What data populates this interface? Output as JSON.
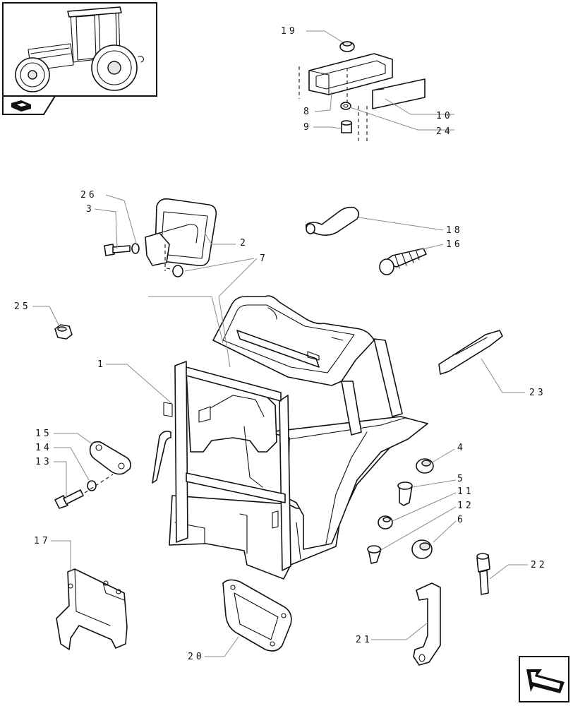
{
  "colors": {
    "line": "#111111",
    "leader": "#8a8a8a",
    "background": "#ffffff"
  },
  "icons": {
    "thumbnail": "tractor-thumbnail-icon",
    "section": "section-folder-icon",
    "nav": "next-page-arrow-icon"
  },
  "callouts": [
    {
      "id": "c19",
      "label": "19"
    },
    {
      "id": "c8",
      "label": "8"
    },
    {
      "id": "c9",
      "label": "9"
    },
    {
      "id": "c10",
      "label": "10"
    },
    {
      "id": "c24",
      "label": "24"
    },
    {
      "id": "c26",
      "label": "26"
    },
    {
      "id": "c3",
      "label": "3"
    },
    {
      "id": "c2",
      "label": "2"
    },
    {
      "id": "c7",
      "label": "7"
    },
    {
      "id": "c18",
      "label": "18"
    },
    {
      "id": "c16",
      "label": "16"
    },
    {
      "id": "c25",
      "label": "25"
    },
    {
      "id": "c1",
      "label": "1"
    },
    {
      "id": "c23",
      "label": "23"
    },
    {
      "id": "c15",
      "label": "15"
    },
    {
      "id": "c14",
      "label": "14"
    },
    {
      "id": "c13",
      "label": "13"
    },
    {
      "id": "c4",
      "label": "4"
    },
    {
      "id": "c5",
      "label": "5"
    },
    {
      "id": "c11",
      "label": "11"
    },
    {
      "id": "c12",
      "label": "12"
    },
    {
      "id": "c6",
      "label": "6"
    },
    {
      "id": "c17",
      "label": "17"
    },
    {
      "id": "c22",
      "label": "22"
    },
    {
      "id": "c21",
      "label": "21"
    },
    {
      "id": "c20",
      "label": "20"
    }
  ]
}
